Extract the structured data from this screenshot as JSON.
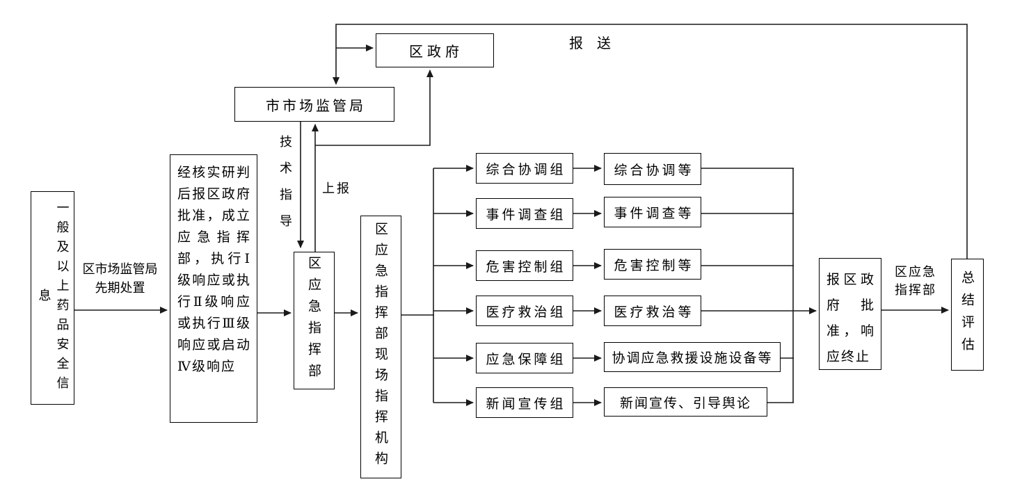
{
  "colors": {
    "background": "#ffffff",
    "line": "#1a1a1a",
    "box_border": "#000000",
    "text": "#000000"
  },
  "nodes": {
    "info_source": "一般及以上药品安全信息",
    "precheck": "经核实研判后报区政府批准，成立应急指挥部，执行Ⅰ级响应或执行Ⅱ级响应或执行Ⅲ级响应或启动Ⅳ级响应",
    "district_government": "区政府",
    "city_market_bureau": "市市场监管局",
    "district_hq": "区应急指挥部",
    "field_hq": "区应急指挥部现场指挥机构",
    "terminate": "报区政府批准，响应终止",
    "summary": "总结评估"
  },
  "groups": [
    {
      "name": "综合协调组",
      "task": "综合协调等"
    },
    {
      "name": "事件调查组",
      "task": "事件调查等"
    },
    {
      "name": "危害控制组",
      "task": "危害控制等"
    },
    {
      "name": "医疗救治组",
      "task": "医疗救治等"
    },
    {
      "name": "应急保障组",
      "task": "协调应急救援设施设备等"
    },
    {
      "name": "新闻宣传组",
      "task": "新闻宣传、引导舆论"
    }
  ],
  "edge_labels": {
    "submit": "报　送",
    "report_up": "上报",
    "tech_guidance": "技术指导",
    "initial_disposal_line1": "区市场监管局",
    "initial_disposal_line2": "先期处置",
    "hq_report_line1": "区应急",
    "hq_report_line2": "指挥部"
  }
}
